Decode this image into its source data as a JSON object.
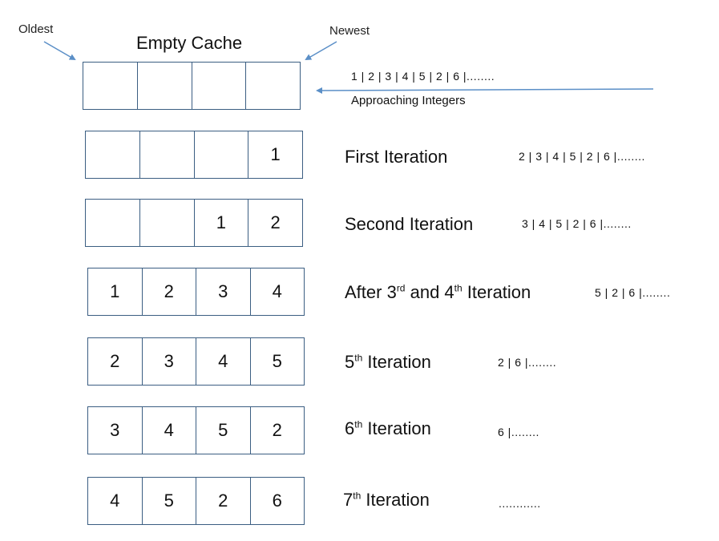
{
  "header": {
    "oldest_label": "Oldest",
    "newest_label": "Newest",
    "title": "Empty Cache",
    "input_stream": "1 | 2 | 3 | 4 | 5 | 2 | 6 |........",
    "input_caption": "Approaching Integers"
  },
  "colors": {
    "cell_border": "#3b5e82",
    "arrow": "#5b8fc7"
  },
  "rows": [
    {
      "cells": [
        "",
        "",
        "",
        ""
      ],
      "label_main": "",
      "label_sup": "",
      "label_rest": "",
      "remaining": ""
    },
    {
      "cells": [
        "",
        "",
        "",
        "1"
      ],
      "label_main": "First Iteration",
      "label_sup": "",
      "label_rest": "",
      "remaining": "2 | 3 | 4 | 5 | 2 | 6 |........"
    },
    {
      "cells": [
        "",
        "",
        "1",
        "2"
      ],
      "label_main": "Second Iteration",
      "label_sup": "",
      "label_rest": "",
      "remaining": "3 | 4 | 5 | 2 | 6 |........"
    },
    {
      "cells": [
        "1",
        "2",
        "3",
        "4"
      ],
      "label_main": "After 3",
      "label_sup": "rd",
      "label_mid": " and 4",
      "label_sup2": "th",
      "label_rest": " Iteration",
      "remaining": "5 | 2 | 6 |........"
    },
    {
      "cells": [
        "2",
        "3",
        "4",
        "5"
      ],
      "label_main": "5",
      "label_sup": "th",
      "label_rest": " Iteration",
      "remaining": "2 | 6 |........"
    },
    {
      "cells": [
        "3",
        "4",
        "5",
        "2"
      ],
      "label_main": "6",
      "label_sup": "th",
      "label_rest": " Iteration",
      "remaining": "6 |........"
    },
    {
      "cells": [
        "4",
        "5",
        "2",
        "6"
      ],
      "label_main": "7",
      "label_sup": "th",
      "label_rest": " Iteration",
      "remaining": "............"
    }
  ]
}
